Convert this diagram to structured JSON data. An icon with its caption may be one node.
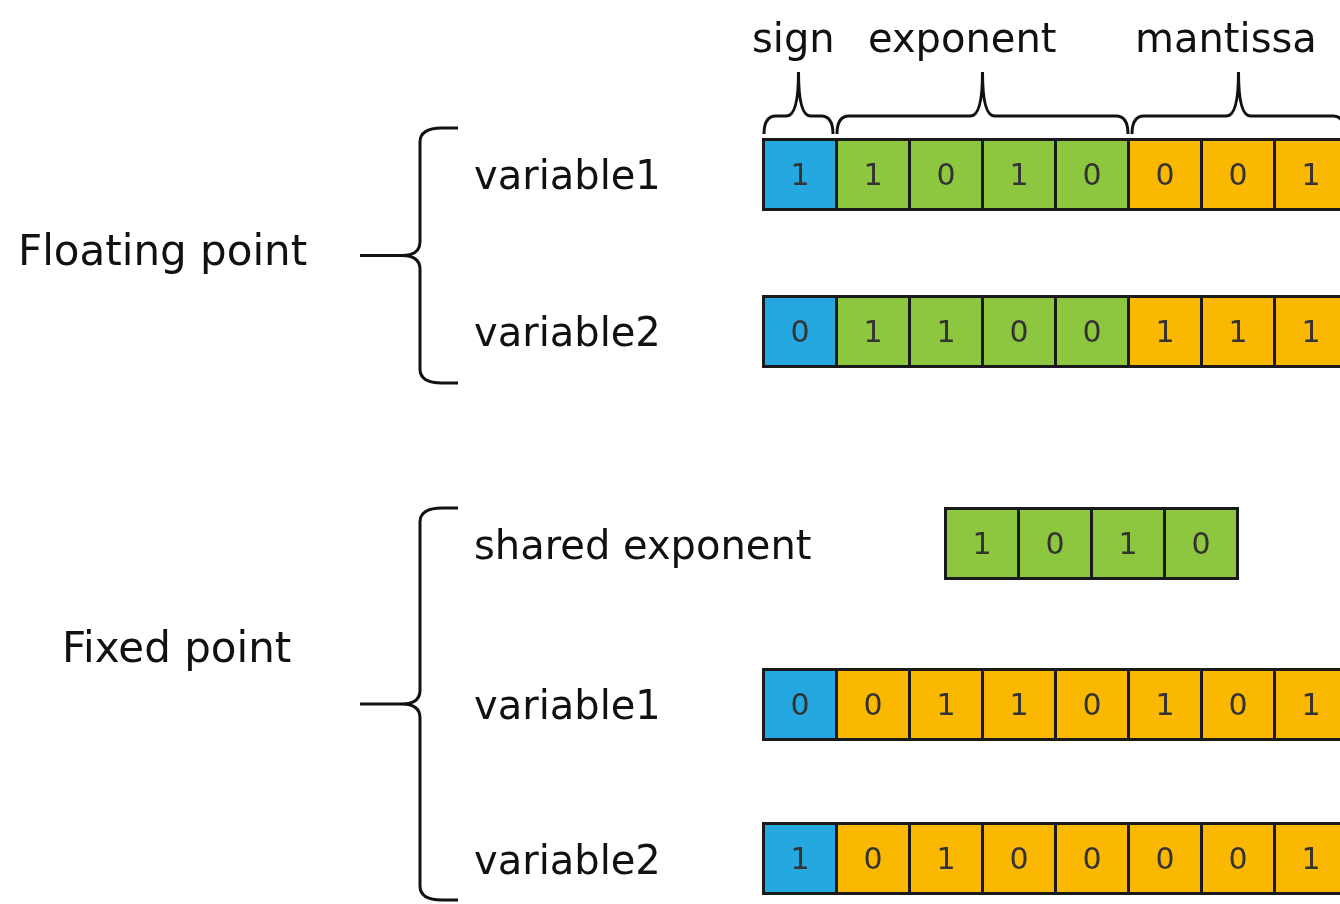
{
  "diagram": {
    "nodes": [
      {
        "text": [
          "1"
        ]
      },
      {
        "text": [
          "1"
        ]
      },
      {
        "text": [
          "0"
        ]
      },
      {
        "text": [
          "1"
        ]
      },
      {
        "text": [
          "0"
        ]
      },
      {
        "text": [
          "0"
        ]
      },
      {
        "text": [
          "0"
        ]
      },
      {
        "text": [
          "1"
        ]
      },
      {
        "text": [
          "0"
        ]
      },
      {
        "text": [
          "1"
        ]
      },
      {
        "text": [
          "1"
        ]
      },
      {
        "text": [
          "0"
        ]
      },
      {
        "text": [
          "0"
        ]
      },
      {
        "text": [
          "1"
        ]
      },
      {
        "text": [
          "1"
        ]
      },
      {
        "text": [
          "1"
        ]
      },
      {
        "text": [
          "1"
        ]
      },
      {
        "text": [
          "0"
        ]
      },
      {
        "text": [
          "1"
        ]
      },
      {
        "text": [
          "0"
        ]
      },
      {
        "text": [
          "0"
        ]
      },
      {
        "text": [
          "0"
        ]
      },
      {
        "text": [
          "1"
        ]
      },
      {
        "text": [
          "1"
        ]
      },
      {
        "text": [
          "0"
        ]
      },
      {
        "text": [
          "1"
        ]
      },
      {
        "text": [
          "0"
        ]
      },
      {
        "text": [
          "1"
        ]
      },
      {
        "text": [
          "1"
        ]
      },
      {
        "text": [
          "0"
        ]
      },
      {
        "text": [
          "1"
        ]
      },
      {
        "text": [
          "0"
        ]
      },
      {
        "text": [
          "0"
        ]
      },
      {
        "text": [
          "0"
        ]
      },
      {
        "text": [
          "0"
        ]
      },
      {
        "text": [
          "1"
        ]
      }
    ],
    "edges": [],
    "labels": [
      "sign",
      "exponent",
      "mantissa",
      "variable1",
      "Floating point",
      "variable2",
      "shared exponent",
      "Fixed point",
      "variable1",
      "variable2"
    ]
  }
}
